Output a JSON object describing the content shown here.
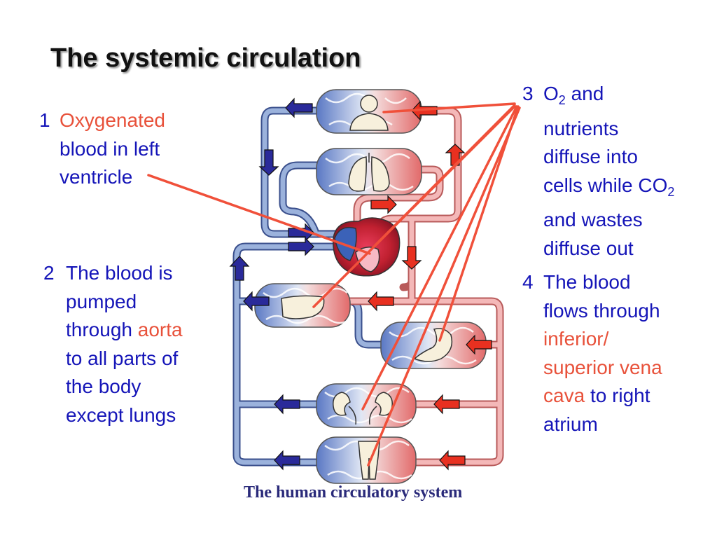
{
  "title": "The systemic circulation",
  "caption": "The human circulatory system",
  "notes": {
    "n1": {
      "num": "1",
      "red": "Oxygenated",
      "rest1": "blood in left",
      "rest2": "ventricle"
    },
    "n2": {
      "num": "2",
      "l1": "The blood is",
      "l2": "pumped",
      "l3a": "through",
      "l3red": "aorta",
      "l4": "to all parts of",
      "l5": "the body",
      "l6": "except lungs"
    },
    "n3": {
      "num": "3",
      "o": "O",
      "o_sub": "2",
      "l1b": "and",
      "l2": "nutrients",
      "l3": "diffuse into",
      "l4": "cells while CO",
      "l4_sub": "2",
      "l5": "and wastes",
      "l6": "diffuse out"
    },
    "n4": {
      "num": "4",
      "l1": "The blood",
      "l2": "flows through",
      "l3red": "inferior/",
      "l4red": "superior vena",
      "l5red": "cava",
      "l5b": "to right",
      "l6": "atrium"
    }
  },
  "colors": {
    "text_blue": "#1515b8",
    "highlight_red": "#e8513a",
    "pointer_line": "#f0503a",
    "vessel_blue": "#8fa8d6",
    "vessel_red": "#f2aaaa",
    "arrow_blue": "#2a2a9a",
    "arrow_red": "#e83020"
  }
}
